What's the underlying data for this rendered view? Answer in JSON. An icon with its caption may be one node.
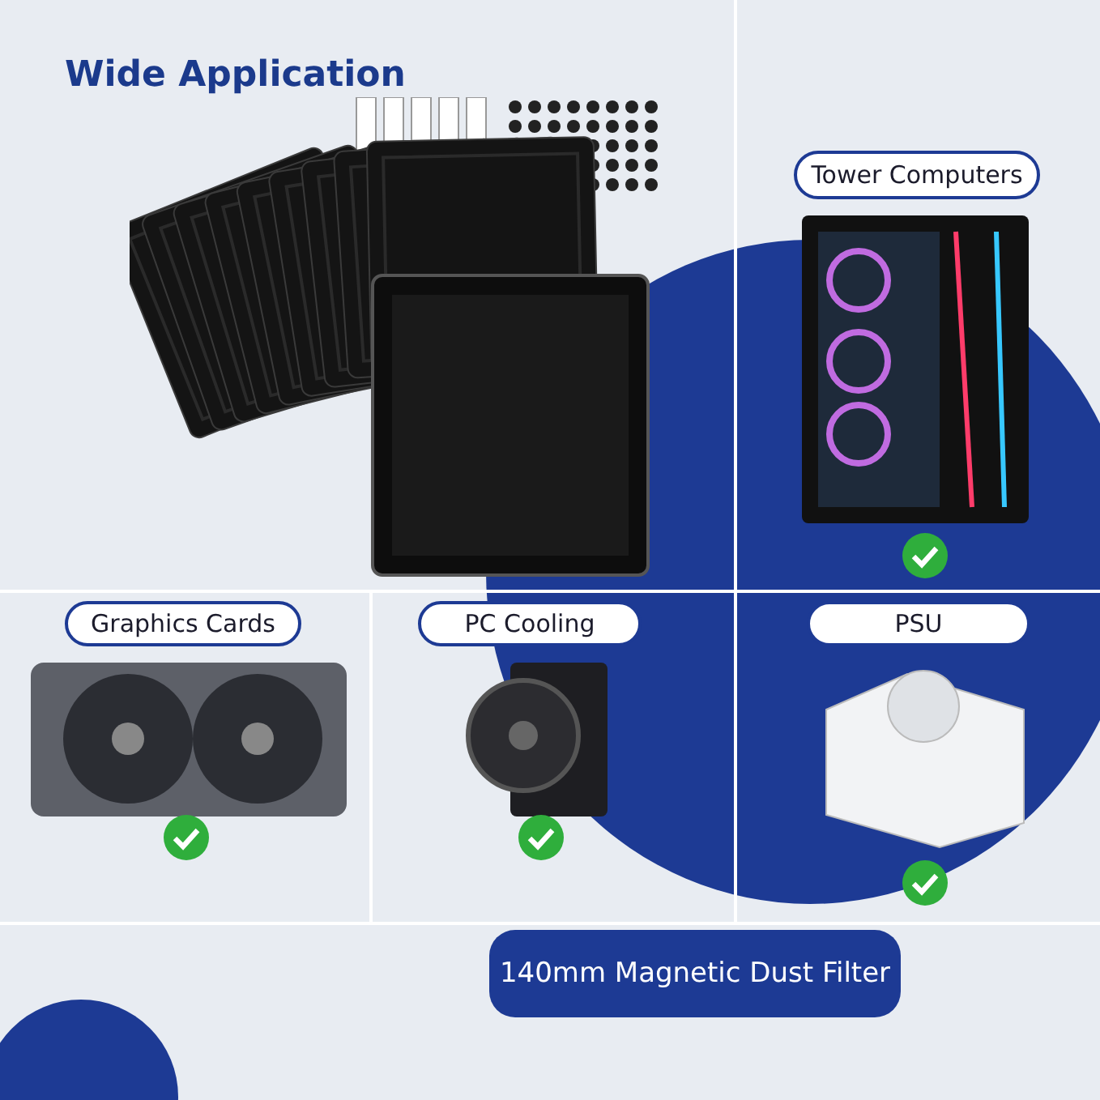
{
  "diagram": {
    "title": "Wide Application",
    "nodes": [
      {
        "text": [
          "Tower Computers"
        ]
      },
      {
        "text": [
          "Graphics Cards"
        ]
      },
      {
        "text": [
          "PC Cooling"
        ]
      },
      {
        "text": [
          "PSU"
        ]
      },
      {
        "text": [
          "140mm Magnetic Dust Filter"
        ]
      }
    ]
  }
}
